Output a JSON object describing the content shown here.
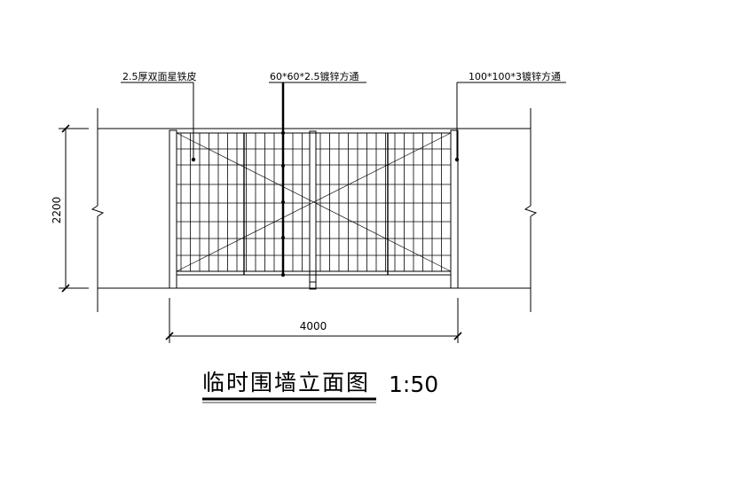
{
  "labels": {
    "left_callout": "2.5厚双面星铁皮",
    "middle_callout": "60*60*2.5镀锌方通",
    "right_callout": "100*100*3镀锌方通"
  },
  "dimensions": {
    "height": "2200",
    "width": "4000"
  },
  "title": {
    "text": "临时围墙立面图",
    "scale": "1:50"
  }
}
